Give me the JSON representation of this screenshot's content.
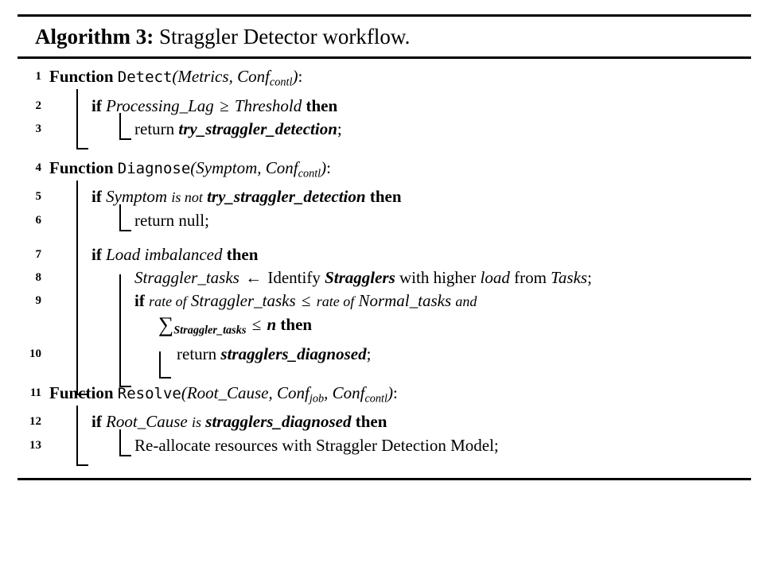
{
  "caption": {
    "label": "Algorithm 3:",
    "title": "Straggler Detector workflow."
  },
  "keywords": {
    "function": "Function",
    "if": "if",
    "then": "then",
    "return": "return",
    "is": "is",
    "is_not": "is not",
    "of": "of",
    "and": "and",
    "with": "with",
    "from": "from",
    "higher": "higher",
    "identify": "Identify",
    "rate": "rate",
    "arrow": "←",
    "ge": "≥",
    "le": "≤",
    "sigma": "∑",
    "lparen": "(",
    "rparen": ")",
    "colon": ":",
    "comma": ",",
    "semicolon": ";"
  },
  "lines": [
    {
      "num": "1",
      "kind": "function",
      "name": "Detect",
      "params": [
        {
          "text": "Metrics"
        },
        {
          "text": "Conf",
          "sub": "contl"
        }
      ]
    },
    {
      "num": "2",
      "kind": "if",
      "lhs": "Processing_Lag",
      "op": "≥",
      "rhs": "Threshold"
    },
    {
      "num": "3",
      "kind": "return",
      "value": "try_straggler_detection"
    },
    {
      "num": "4",
      "kind": "function",
      "name": "Diagnose",
      "params": [
        {
          "text": "Symptom"
        },
        {
          "text": "Conf",
          "sub": "contl"
        }
      ]
    },
    {
      "num": "5",
      "kind": "if-isnot",
      "lhs": "Symptom",
      "rhs": "try_straggler_detection"
    },
    {
      "num": "6",
      "kind": "return",
      "value": "null"
    },
    {
      "num": "7",
      "kind": "if-plain",
      "cond": "Load imbalanced"
    },
    {
      "num": "8",
      "kind": "assign",
      "target": "Straggler_tasks",
      "verb": "Identify",
      "object": "Stragglers",
      "mid": "with higher",
      "attr": "load",
      "tail": "from",
      "source": "Tasks"
    },
    {
      "num": "9",
      "kind": "if-rate",
      "lhs_pre": "rate of",
      "lhs": "Straggler_tasks",
      "op1": "≤",
      "rhs_pre": "rate of",
      "rhs": "Normal_tasks",
      "conj": "and",
      "sum_sub": "Straggler_tasks",
      "op2": "≤",
      "bound": "n"
    },
    {
      "num": "10",
      "kind": "return",
      "value": "stragglers_diagnosed"
    },
    {
      "num": "11",
      "kind": "function",
      "name": "Resolve",
      "params": [
        {
          "text": "Root_Cause"
        },
        {
          "text": "Conf",
          "sub": "job"
        },
        {
          "text": "Conf",
          "sub": "contl"
        }
      ]
    },
    {
      "num": "12",
      "kind": "if-is",
      "lhs": "Root_Cause",
      "rhs": "stragglers_diagnosed"
    },
    {
      "num": "13",
      "kind": "stmt",
      "text": "Re-allocate resources with Straggler Detection Model;"
    }
  ]
}
